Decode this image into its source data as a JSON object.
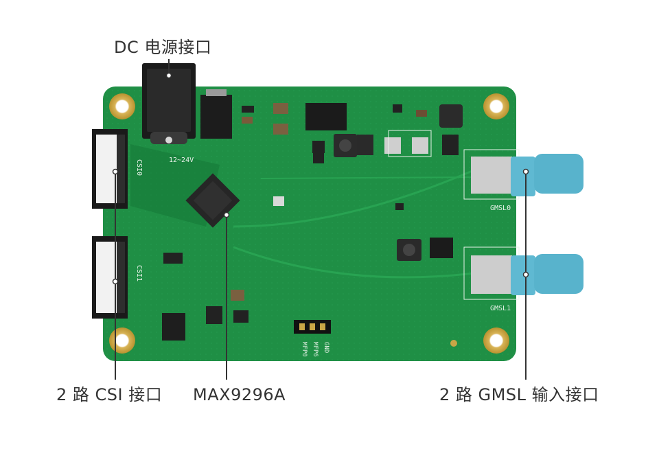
{
  "callouts": {
    "dc_power": "DC 电源接口",
    "csi": "2 路 CSI 接口",
    "chip": "MAX9296A",
    "gmsl": "2 路 GMSL 输入接口"
  },
  "silkscreen": {
    "voltage": "12~24V",
    "csi0": "CSI0",
    "csi1": "CSI1",
    "gmsl0": "GMSL0",
    "gmsl1": "GMSL1",
    "gnd": "GND",
    "mfp6": "MFP6",
    "mfp0": "MFP0"
  },
  "colors": {
    "pcb": "#1f8f45",
    "pcb_dark": "#167a39",
    "gold": "#c9a646",
    "fakra": "#5fb9d2",
    "callout_line": "#333333"
  }
}
